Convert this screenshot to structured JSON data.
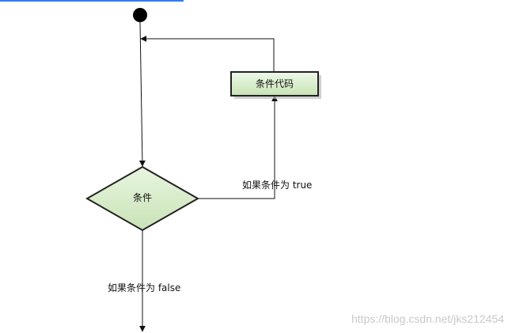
{
  "nodes": {
    "process": {
      "label": "条件代码"
    },
    "decision": {
      "label": "条件"
    }
  },
  "edges": {
    "true_label": "如果条件为 true",
    "false_label": "如果条件为 false"
  },
  "watermark": "https://blog.csdn.net/jks212454",
  "colors": {
    "node_fill": "#d5ebc6",
    "node_stroke": "#222222",
    "line": "#111111",
    "top_bar": "#2f7cf6"
  }
}
